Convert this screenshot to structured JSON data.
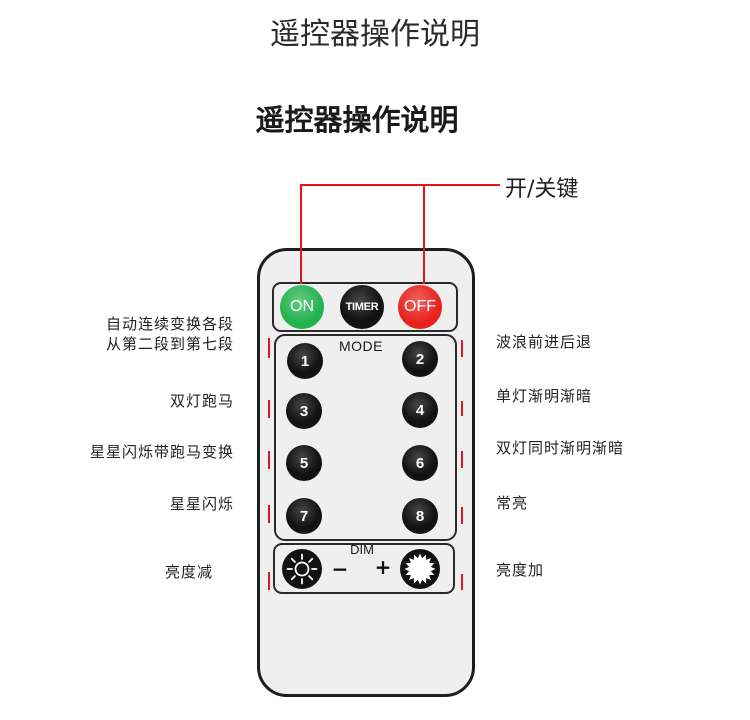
{
  "titles": {
    "header": "遥控器操作说明",
    "subheader": "遥控器操作说明"
  },
  "power_key": {
    "label": "开/关键"
  },
  "remote": {
    "power_panel": {
      "on": "ON",
      "timer": "TIMER",
      "off": "OFF"
    },
    "mode_panel": {
      "label": "MODE",
      "keys": [
        "1",
        "2",
        "3",
        "4",
        "5",
        "6",
        "7",
        "8"
      ]
    },
    "dim_panel": {
      "label": "DIM",
      "minus": "−",
      "plus": "+"
    }
  },
  "annotations": {
    "left": [
      [
        "自动连续变换各段",
        "从第二段到第七段"
      ],
      [
        "双灯跑马"
      ],
      [
        "星星闪烁带跑马变换"
      ],
      [
        "星星闪烁"
      ],
      [
        "亮度减"
      ]
    ],
    "right": [
      [
        "波浪前进后退"
      ],
      [
        "单灯渐明渐暗"
      ],
      [
        "双灯同时渐明渐暗"
      ],
      [
        "常亮"
      ],
      [
        "亮度加"
      ]
    ]
  },
  "icons": {
    "brightness_down": "sun-outline-icon",
    "brightness_up": "sun-filled-icon"
  },
  "colors": {
    "callout_red": "#e3161c",
    "on_key_green": "#21b34e",
    "off_key_red": "#e8211c",
    "key_black": "#121212",
    "remote_body": "#efefef",
    "text": "#222222"
  }
}
